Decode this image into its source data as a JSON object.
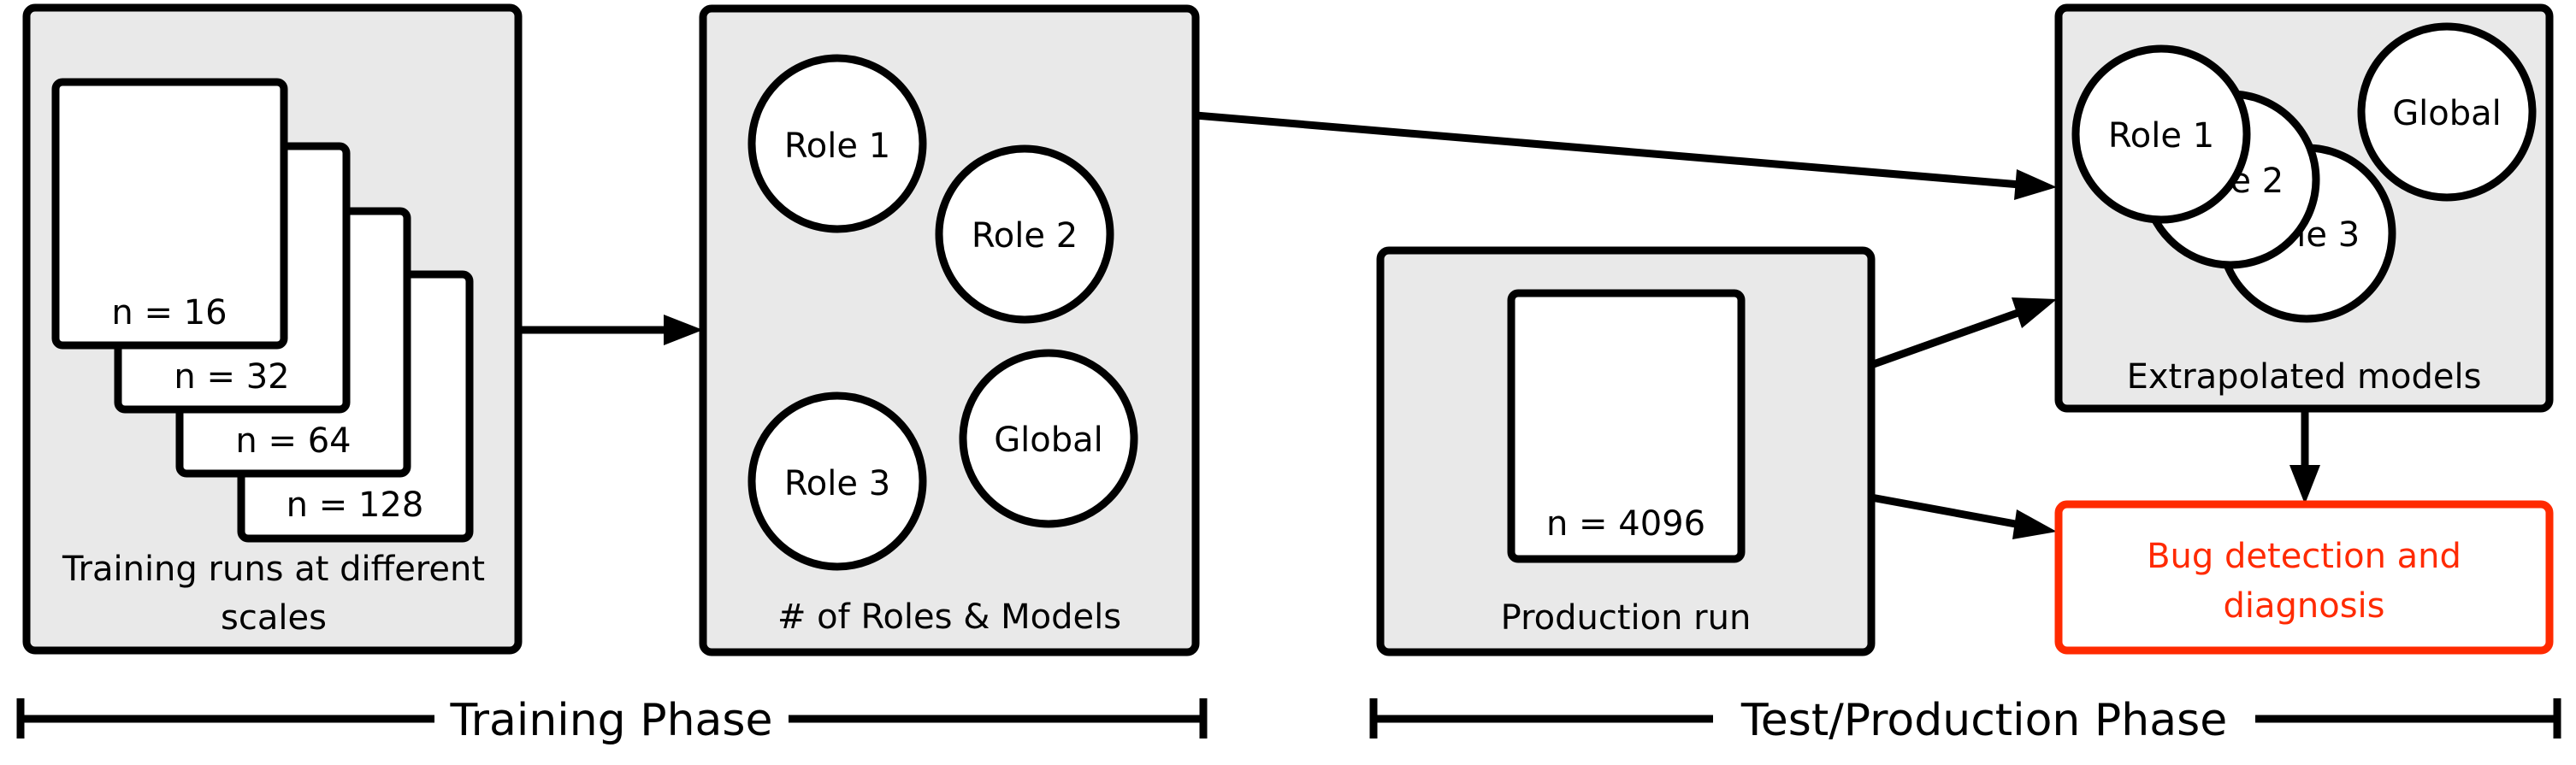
{
  "colors": {
    "panel_fill": "#e9e9e9",
    "stroke": "#000000",
    "highlight": "#ff2a00",
    "card_fill": "#ffffff"
  },
  "training_runs": {
    "cards": [
      {
        "label": "n = 16"
      },
      {
        "label": "n = 32"
      },
      {
        "label": "n = 64"
      },
      {
        "label": "n = 128"
      }
    ],
    "caption_line1": "Training runs at different",
    "caption_line2": "scales"
  },
  "roles_models": {
    "circles": [
      {
        "label": "Role 1"
      },
      {
        "label": "Role 2"
      },
      {
        "label": "Role 3"
      },
      {
        "label": "Global"
      }
    ],
    "caption": "# of Roles & Models"
  },
  "production_run": {
    "card_label": "n = 4096",
    "caption": "Production run"
  },
  "extrapolated_models": {
    "circles": [
      {
        "label": "Role 3"
      },
      {
        "label": "Role 2"
      },
      {
        "label": "Role 1"
      },
      {
        "label": "Global"
      }
    ],
    "caption": "Extrapolated models"
  },
  "bug_detection": {
    "line1": "Bug detection and",
    "line2": "diagnosis"
  },
  "phases": {
    "training": "Training Phase",
    "test_production": "Test/Production Phase"
  }
}
